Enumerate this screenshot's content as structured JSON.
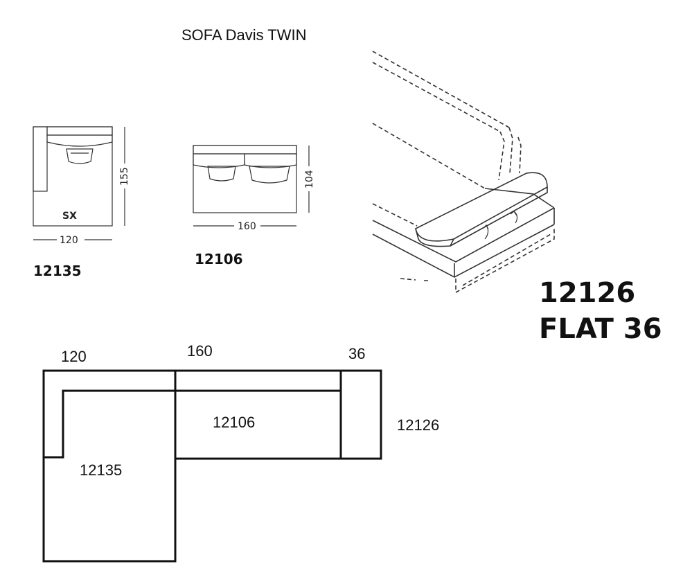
{
  "title": "SOFA Davis TWIN",
  "module_left": {
    "side_label": "SX",
    "width_label": "120",
    "depth_label": "155",
    "code": "12135"
  },
  "module_center": {
    "width_label": "160",
    "depth_label": "104",
    "code": "12106"
  },
  "module_right": {
    "code": "12126",
    "name": "FLAT 36"
  },
  "plan": {
    "dims": [
      "120",
      "160",
      "36"
    ],
    "labels": {
      "corner": "12135",
      "center": "12106",
      "end": "12126"
    }
  }
}
